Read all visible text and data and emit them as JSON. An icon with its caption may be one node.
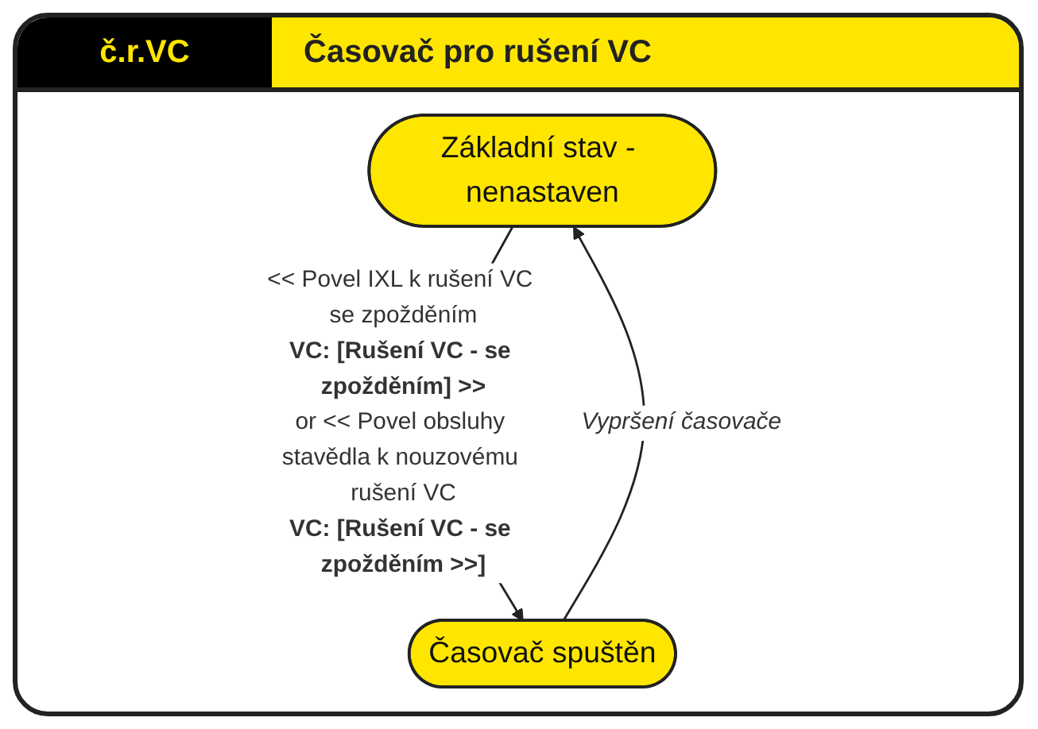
{
  "diagram": {
    "title": "Časovač pro rušení VC",
    "nodes": [
      {
        "text": [
          "Základní stav - nenastaven"
        ]
      },
      {
        "text": [
          "Časovač spuštěn"
        ]
      }
    ],
    "edges": [
      {
        "from": 0,
        "to": 1,
        "arrow": "to",
        "label": "<< Povel IXL k rušení VC se zpožděním **VC: [Rušení VC - se zpožděním] >>** or << Povel obsluhy stavědla k nouzovému rušení VC **VC: [Rušení VC - se zpožděním >>]**"
      },
      {
        "from": 1,
        "to": 0,
        "arrow": "to",
        "label": "Vypršení časovače"
      }
    ],
    "labels": [
      "č.r.VC"
    ]
  }
}
